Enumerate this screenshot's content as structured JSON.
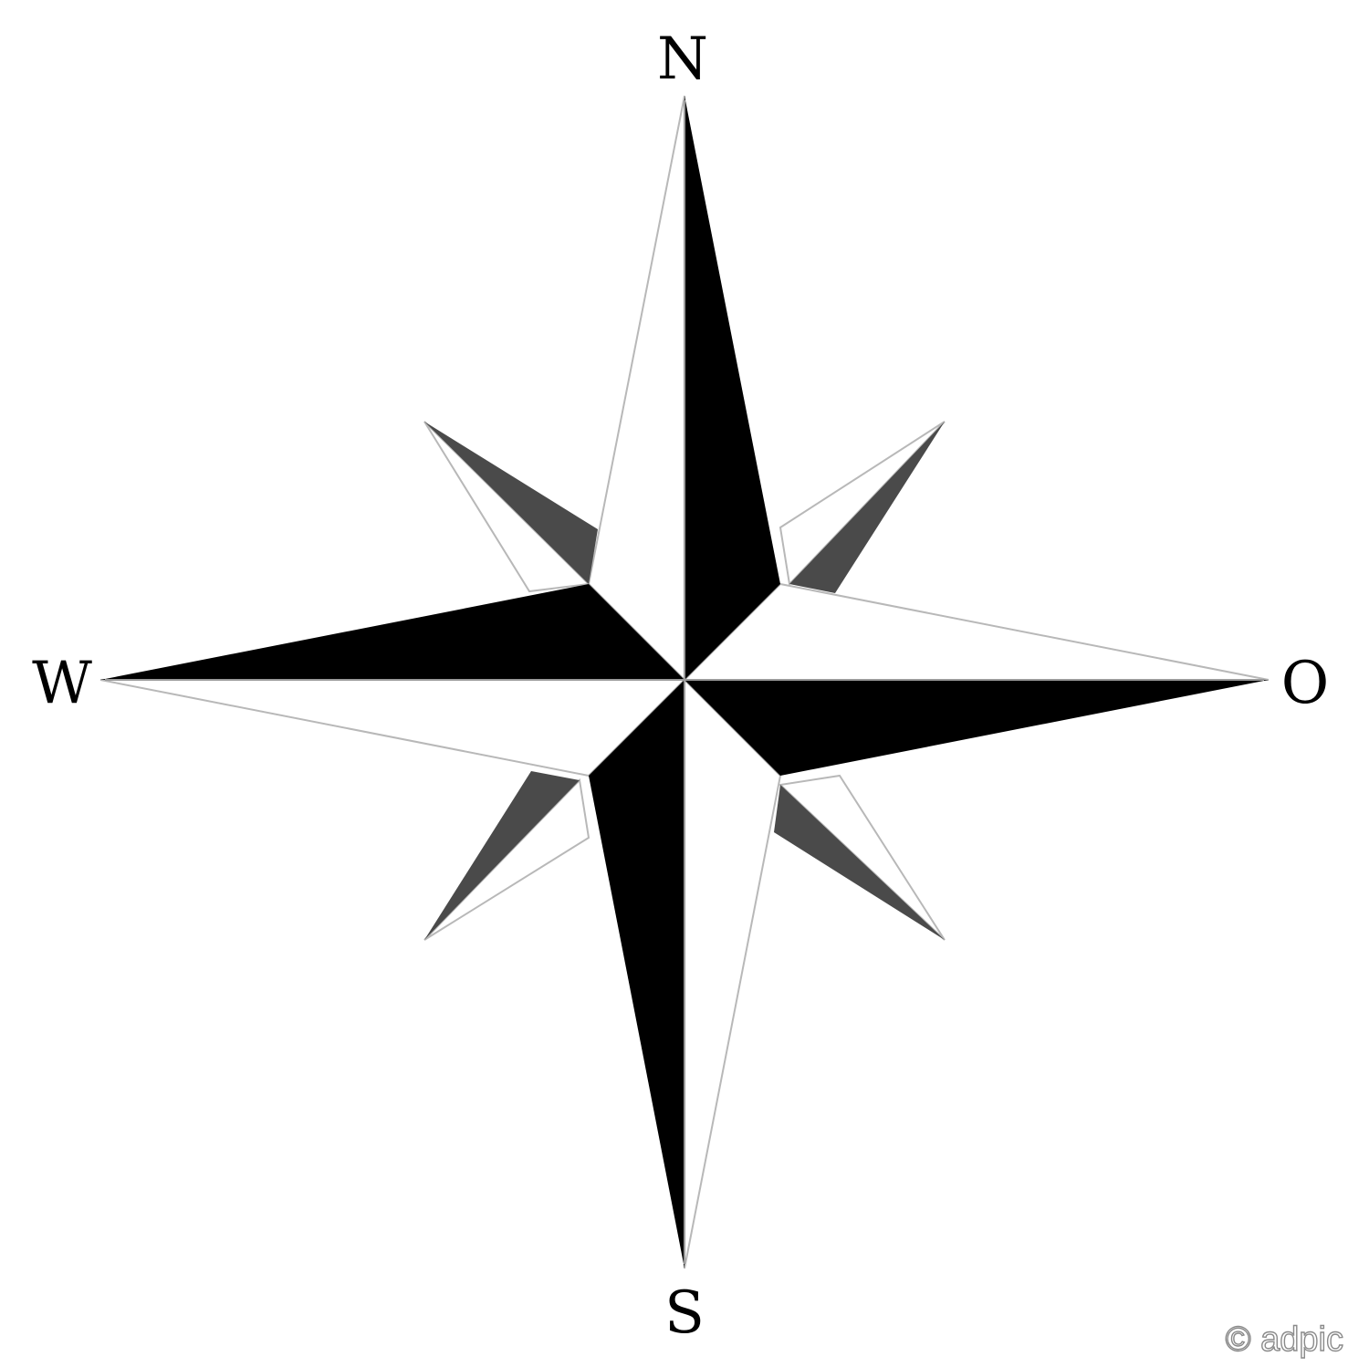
{
  "compass": {
    "labels": {
      "north": "N",
      "south": "S",
      "west": "W",
      "east": "O"
    },
    "colors": {
      "background": "#ffffff",
      "main_points": "#000000",
      "intercardinal_points": "#4a4a4a",
      "outline": "#b8b8b8"
    }
  },
  "watermark": {
    "text": "© adpic"
  }
}
